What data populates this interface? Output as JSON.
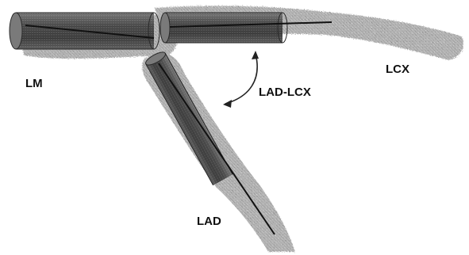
{
  "labels": {
    "lm": "LM",
    "lcx": "LCX",
    "lad": "LAD",
    "bifurcation": "LAD-LCX"
  },
  "colors": {
    "vessel": "#a9a9a9",
    "vessel_edge": "#8a8a8a",
    "cylinder_fill": "#5a5a5a",
    "cylinder_dark": "#2f2f2f",
    "cylinder_light": "#8c8c8c",
    "centerline": "#111111",
    "arrow": "#222222"
  }
}
